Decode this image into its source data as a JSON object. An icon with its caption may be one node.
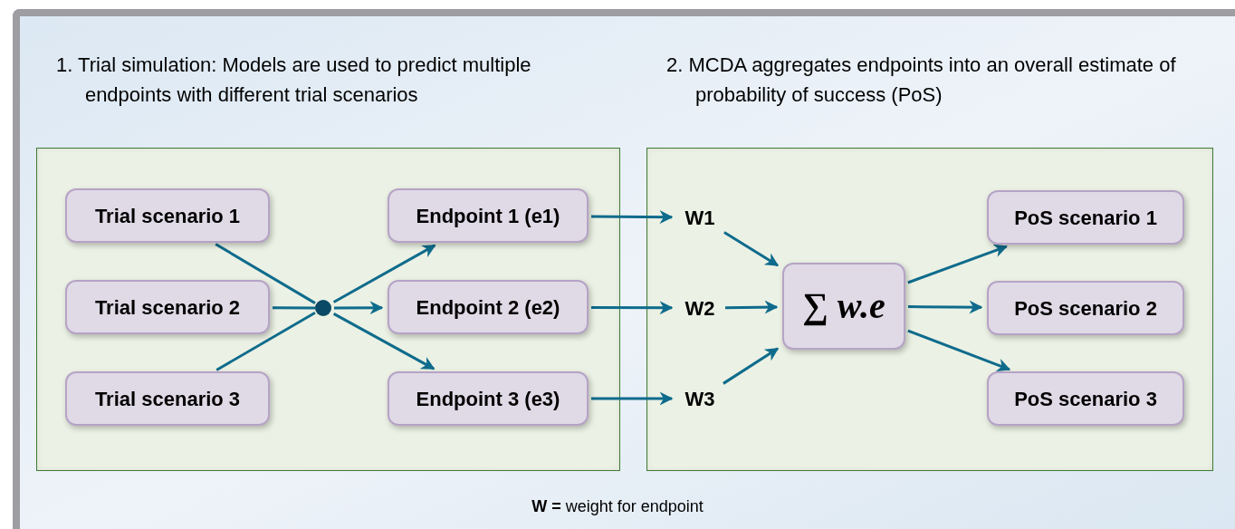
{
  "diagram": {
    "nodes": [
      {
        "text": [
          "1. Trial simulation: Models are used to predict multiple endpoints with different trial scenarios"
        ]
      },
      {
        "text": [
          "Trial scenario 1"
        ],
        "in": 0
      },
      {
        "text": [
          "Trial scenario 2"
        ],
        "in": 0
      },
      {
        "text": [
          "Trial scenario 3"
        ],
        "in": 0
      },
      {
        "text": [],
        "shape": "circle",
        "in": 0
      },
      {
        "text": [
          "Endpoint 1 (e1)"
        ],
        "in": 0
      },
      {
        "text": [
          "Endpoint 2 (e2)"
        ],
        "in": 0
      },
      {
        "text": [
          "Endpoint 3 (e3)"
        ],
        "in": 0
      },
      {
        "text": [
          "2. MCDA aggregates endpoints into an overall estimate of probability of success (PoS)"
        ]
      },
      {
        "text": [
          "W1"
        ],
        "in": 8
      },
      {
        "text": [
          "W2"
        ],
        "in": 8
      },
      {
        "text": [
          "W3"
        ],
        "in": 8
      },
      {
        "text": [
          "∑ *w.e*"
        ],
        "in": 8
      },
      {
        "text": [
          "PoS scenario 1"
        ],
        "in": 8
      },
      {
        "text": [
          "PoS scenario 2"
        ],
        "in": 8
      },
      {
        "text": [
          "PoS scenario 3"
        ],
        "in": 8
      }
    ],
    "edges": [
      {
        "from": 1,
        "to": 4,
        "arrow": "none"
      },
      {
        "from": 2,
        "to": 4,
        "arrow": "none"
      },
      {
        "from": 3,
        "to": 4,
        "arrow": "none"
      },
      {
        "from": 4,
        "to": 5,
        "arrow": "to"
      },
      {
        "from": 4,
        "to": 6,
        "arrow": "to"
      },
      {
        "from": 4,
        "to": 7,
        "arrow": "to"
      },
      {
        "from": 5,
        "to": 9,
        "arrow": "to"
      },
      {
        "from": 6,
        "to": 10,
        "arrow": "to"
      },
      {
        "from": 7,
        "to": 11,
        "arrow": "to"
      },
      {
        "from": 9,
        "to": 12,
        "arrow": "to"
      },
      {
        "from": 10,
        "to": 12,
        "arrow": "to"
      },
      {
        "from": 11,
        "to": 12,
        "arrow": "to"
      },
      {
        "from": 12,
        "to": 13,
        "arrow": "to"
      },
      {
        "from": 12,
        "to": 14,
        "arrow": "to"
      },
      {
        "from": 12,
        "to": 15,
        "arrow": "to"
      }
    ],
    "labels": [
      "**W =** weight for endpoint"
    ]
  }
}
